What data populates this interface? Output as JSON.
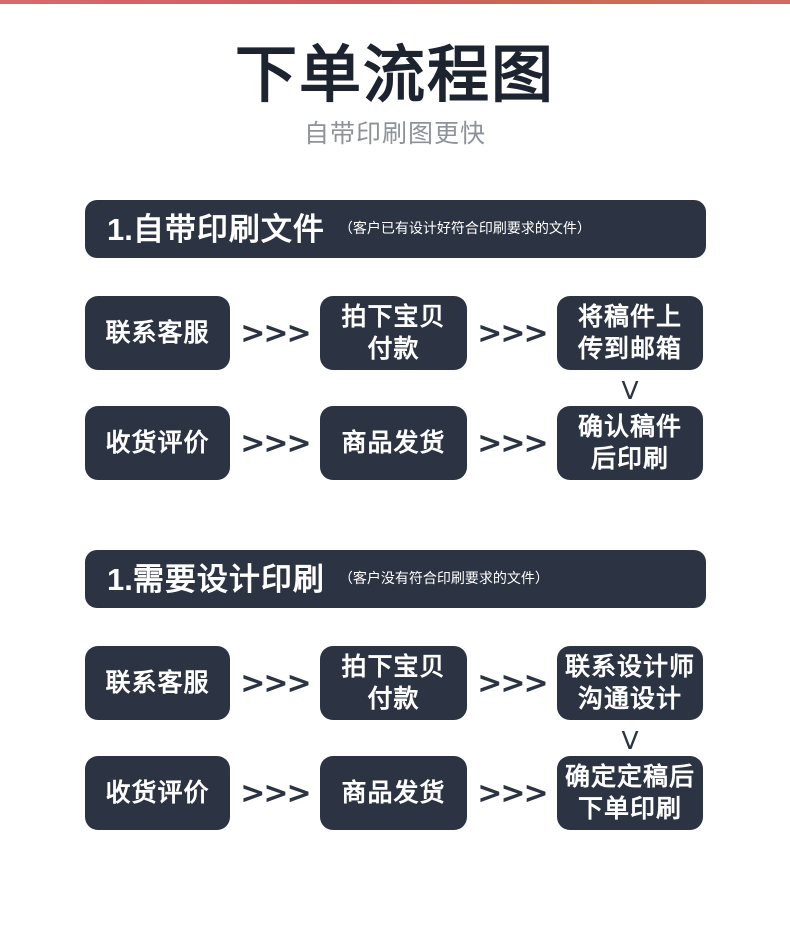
{
  "page": {
    "title": "下单流程图",
    "subtitle": "自带印刷图更快",
    "accent_top_line_color": "#d0605f",
    "node_color": "#2c3342",
    "title_color": "#1d2430",
    "subtitle_color": "#8d929b",
    "background_color": "#ffffff"
  },
  "sections": [
    {
      "number": "1.",
      "title": "自带印刷文件",
      "note": "（客户已有设计好符合印刷要求的文件）",
      "rows": [
        {
          "nodes": [
            "联系客服",
            "拍下宝贝\n付款",
            "将稿件上\n传到邮箱"
          ],
          "node_lines": [
            [
              "联系客服"
            ],
            [
              "拍下宝贝",
              "付款"
            ],
            [
              "将稿件上",
              "传到邮箱"
            ]
          ],
          "arrows": [
            ">>>",
            ">>>"
          ]
        },
        {
          "nodes": [
            "收货评价",
            "商品发货",
            "确认稿件\n后印刷"
          ],
          "node_lines": [
            [
              "收货评价"
            ],
            [
              "商品发货"
            ],
            [
              "确认稿件",
              "后印刷"
            ]
          ],
          "arrows": [
            ">>>",
            ">>>"
          ]
        }
      ],
      "connector": "V"
    },
    {
      "number": "1.",
      "title": "需要设计印刷",
      "note": "（客户没有符合印刷要求的文件）",
      "rows": [
        {
          "nodes": [
            "联系客服",
            "拍下宝贝\n付款",
            "联系设计师\n沟通设计"
          ],
          "node_lines": [
            [
              "联系客服"
            ],
            [
              "拍下宝贝",
              "付款"
            ],
            [
              "联系设计师",
              "沟通设计"
            ]
          ],
          "arrows": [
            ">>>",
            ">>>"
          ]
        },
        {
          "nodes": [
            "收货评价",
            "商品发货",
            "确定定稿后\n下单印刷"
          ],
          "node_lines": [
            [
              "收货评价"
            ],
            [
              "商品发货"
            ],
            [
              "确定定稿后",
              "下单印刷"
            ]
          ],
          "arrows": [
            ">>>",
            ">>>"
          ]
        }
      ],
      "connector": "V"
    }
  ]
}
